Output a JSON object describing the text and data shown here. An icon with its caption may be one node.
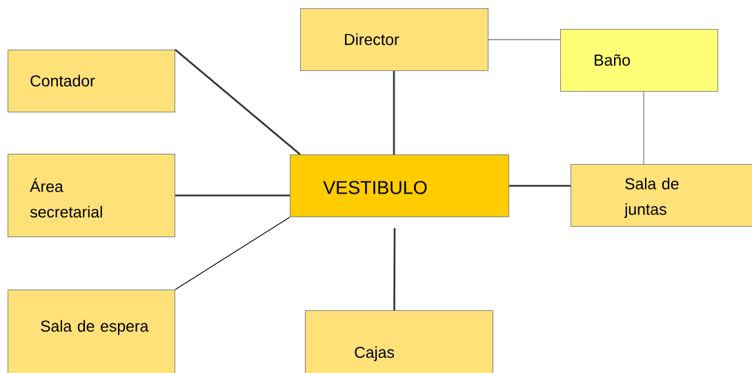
{
  "diagram": {
    "nodes": [
      {
        "text": [
          "VESTIBULO"
        ]
      },
      {
        "text": [
          "Director"
        ]
      },
      {
        "text": [
          "Baño"
        ]
      },
      {
        "text": [
          "Contador"
        ]
      },
      {
        "text": [
          "Área secretarial"
        ]
      },
      {
        "text": [
          "Sala de juntas"
        ]
      },
      {
        "text": [
          "Sala de espera"
        ]
      },
      {
        "text": [
          "Cajas"
        ]
      }
    ],
    "edges": [
      {
        "from": 3,
        "to": 0,
        "arrow": "none"
      },
      {
        "from": 4,
        "to": 0,
        "arrow": "none"
      },
      {
        "from": 6,
        "to": 0,
        "arrow": "none",
        "color": "#000000"
      },
      {
        "from": 1,
        "to": 0,
        "arrow": "none"
      },
      {
        "from": 0,
        "to": 5,
        "arrow": "none"
      },
      {
        "from": 0,
        "to": 7,
        "arrow": "none"
      },
      {
        "from": 1,
        "to": 2,
        "arrow": "none",
        "color": "#808080"
      },
      {
        "from": 2,
        "to": 5,
        "arrow": "none",
        "color": "#808080"
      }
    ]
  }
}
